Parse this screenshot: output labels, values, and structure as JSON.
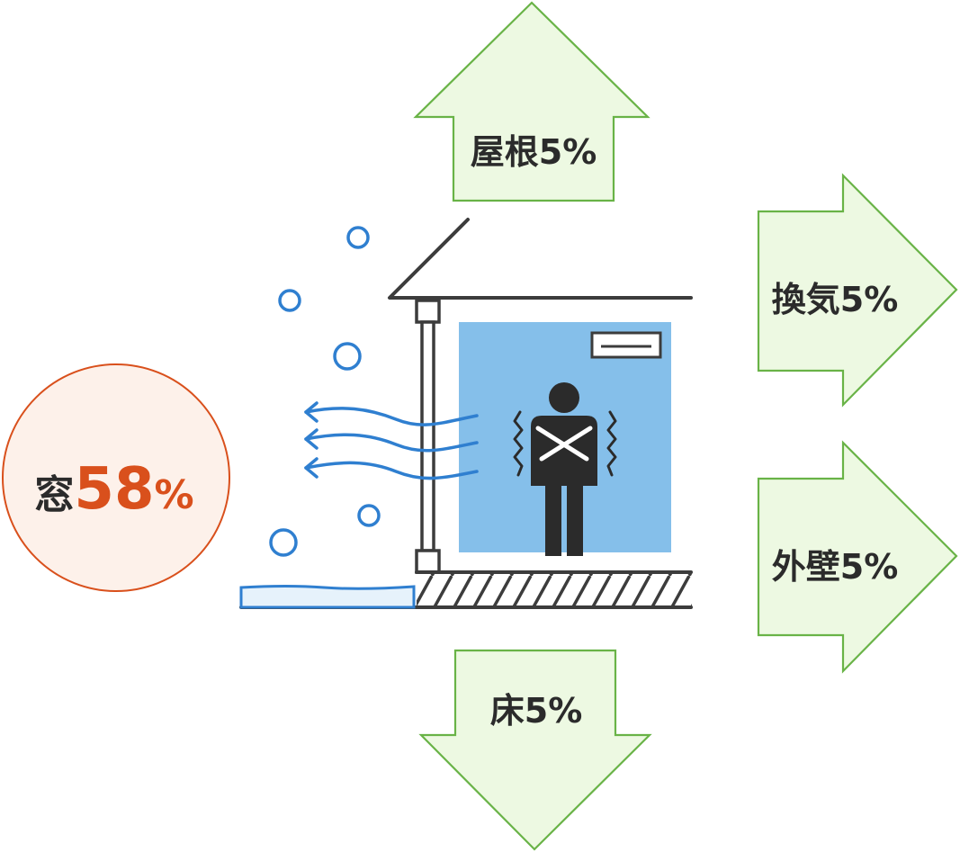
{
  "heat_loss": {
    "roof": {
      "label": "屋根",
      "value": "5",
      "unit": "%"
    },
    "ventilation": {
      "label": "換気",
      "value": "5",
      "unit": "%"
    },
    "exterior_wall": {
      "label": "外壁",
      "value": "5",
      "unit": "%"
    },
    "floor": {
      "label": "床",
      "value": "5",
      "unit": "%"
    },
    "window": {
      "label": "窓",
      "value": "58",
      "unit": "%"
    }
  },
  "colors": {
    "arrow_fill": "#edf9e2",
    "arrow_stroke": "#69b347",
    "window_accent": "#d9501c",
    "window_circle_fill": "#fdf1ea",
    "room_blue": "#85bfea",
    "snow_blue": "#2f7fd0",
    "line_dark": "#3c3c3c"
  },
  "icons": [
    "snowflake-circle-icon",
    "cold-wind-icon",
    "shivering-person-icon",
    "air-conditioner-icon"
  ]
}
